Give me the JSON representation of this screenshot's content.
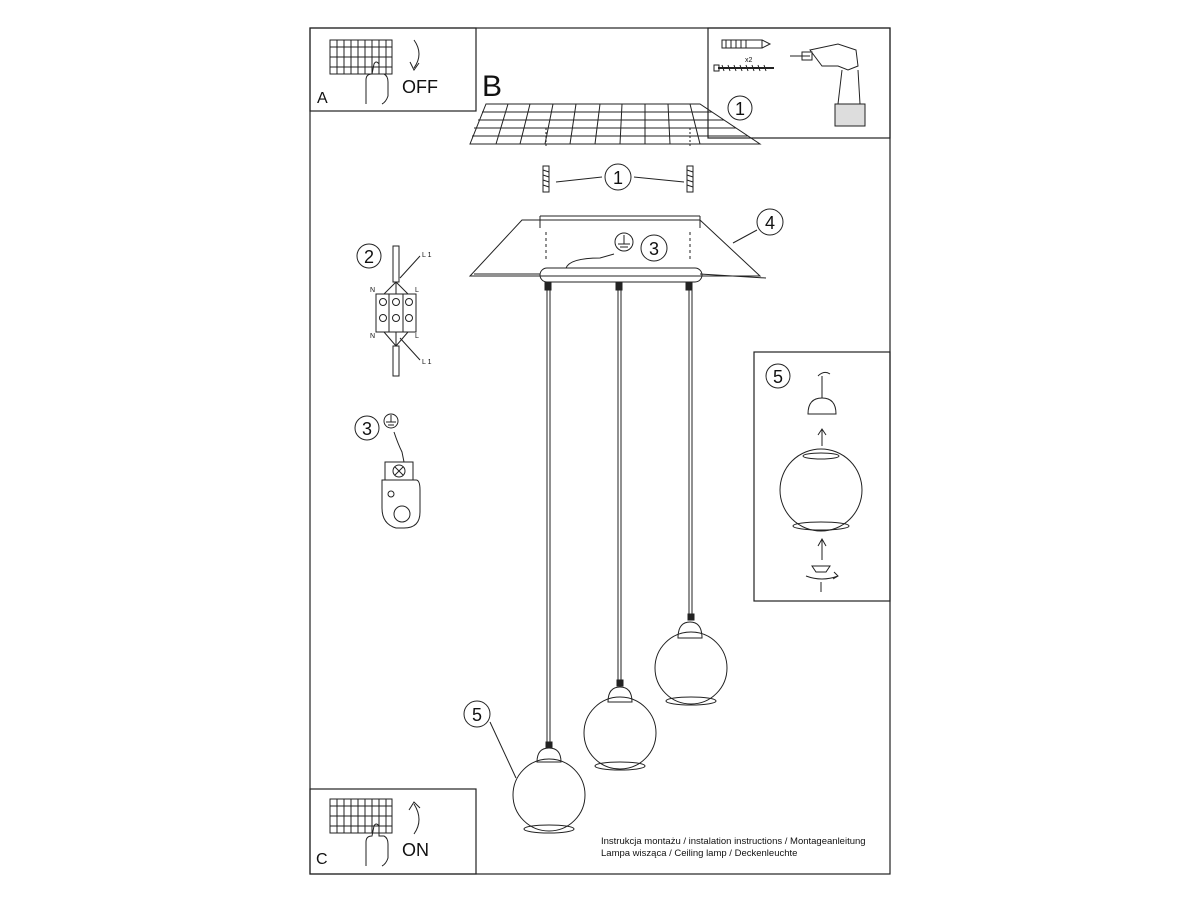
{
  "panels": {
    "a_label": "A",
    "a_state": "OFF",
    "b_label": "B",
    "c_label": "C",
    "c_state": "ON"
  },
  "callouts": {
    "screw": "1",
    "wiring": "2",
    "ground": "3",
    "canopy": "4",
    "shade": "5"
  },
  "tools": {
    "anchor_count": "x2"
  },
  "wiring_labels": {
    "n": "N",
    "l": "L",
    "l1": "L 1"
  },
  "caption": {
    "line1": "Instrukcja montażu / instalation instructions / Montageanleitung",
    "line2": "Lampa wisząca / Ceiling lamp / Deckenleuchte"
  },
  "colors": {
    "line": "#222222",
    "background": "#ffffff"
  }
}
